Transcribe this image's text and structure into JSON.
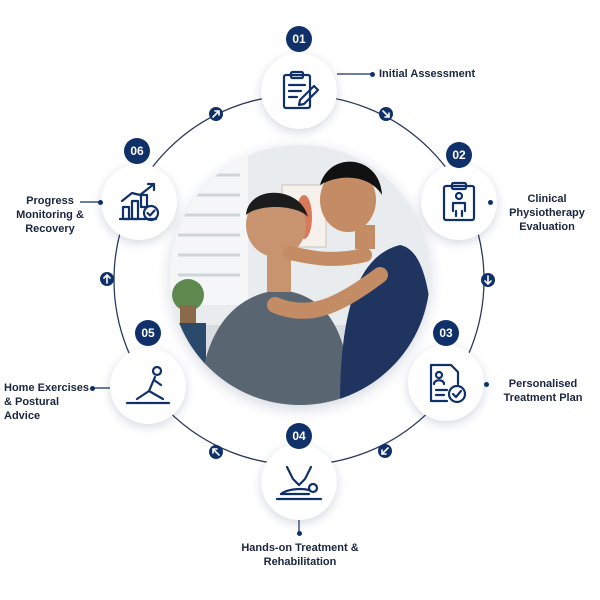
{
  "diagram": {
    "steps": [
      {
        "number": "01",
        "title": "Initial Assessment",
        "icon": "clipboard-pencil-icon"
      },
      {
        "number": "02",
        "title": "Clinical Physiotherapy Evaluation",
        "icon": "body-chart-clipboard-icon"
      },
      {
        "number": "03",
        "title": "Personalised Treatment Plan",
        "icon": "treatment-plan-document-icon"
      },
      {
        "number": "04",
        "title": "Hands-on Treatment & Rehabilitation",
        "icon": "massage-hands-icon"
      },
      {
        "number": "05",
        "title": "Home Exercises & Postural Advice",
        "icon": "stretching-person-icon"
      },
      {
        "number": "06",
        "title": "Progress Monitoring & Recovery",
        "icon": "growth-chart-check-icon"
      }
    ],
    "center_image": "physiotherapist-treating-patient-neck-photo",
    "colors": {
      "accent": "#10306a",
      "ring": "#2b3b5c",
      "text": "#1a2540"
    }
  }
}
